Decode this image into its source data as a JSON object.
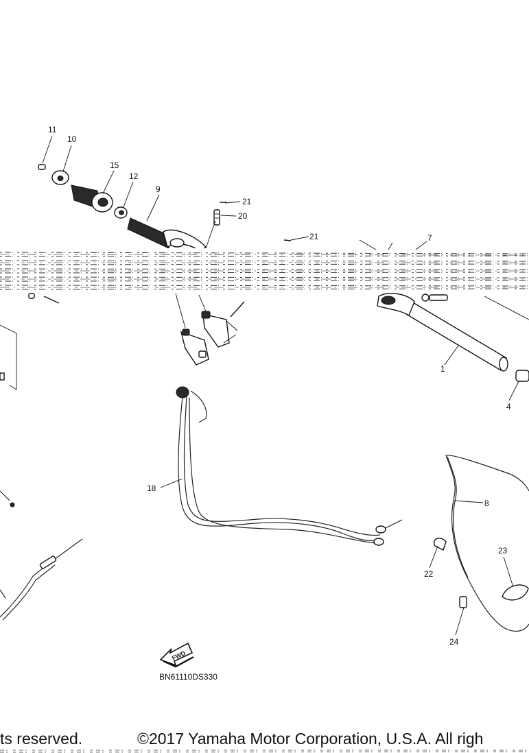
{
  "diagram": {
    "callouts": [
      {
        "id": "c11",
        "text": "11"
      },
      {
        "id": "c10",
        "text": "10"
      },
      {
        "id": "c15",
        "text": "15"
      },
      {
        "id": "c12",
        "text": "12"
      },
      {
        "id": "c9",
        "text": "9"
      },
      {
        "id": "c21a",
        "text": "21"
      },
      {
        "id": "c20",
        "text": "20"
      },
      {
        "id": "c21b",
        "text": "21"
      },
      {
        "id": "c7",
        "text": "7"
      },
      {
        "id": "c1",
        "text": "1"
      },
      {
        "id": "c4",
        "text": "4"
      },
      {
        "id": "c18",
        "text": "18"
      },
      {
        "id": "c8",
        "text": "8"
      },
      {
        "id": "c23",
        "text": "23"
      },
      {
        "id": "c22",
        "text": "22"
      },
      {
        "id": "c24",
        "text": "24"
      }
    ],
    "fwd_label": "FWD",
    "drawing_code": "BN61110DS330",
    "copyright_left": "ts reserved.",
    "copyright_main": "©2017 Yamaha Motor Corporation, U.S.A. All righ"
  }
}
